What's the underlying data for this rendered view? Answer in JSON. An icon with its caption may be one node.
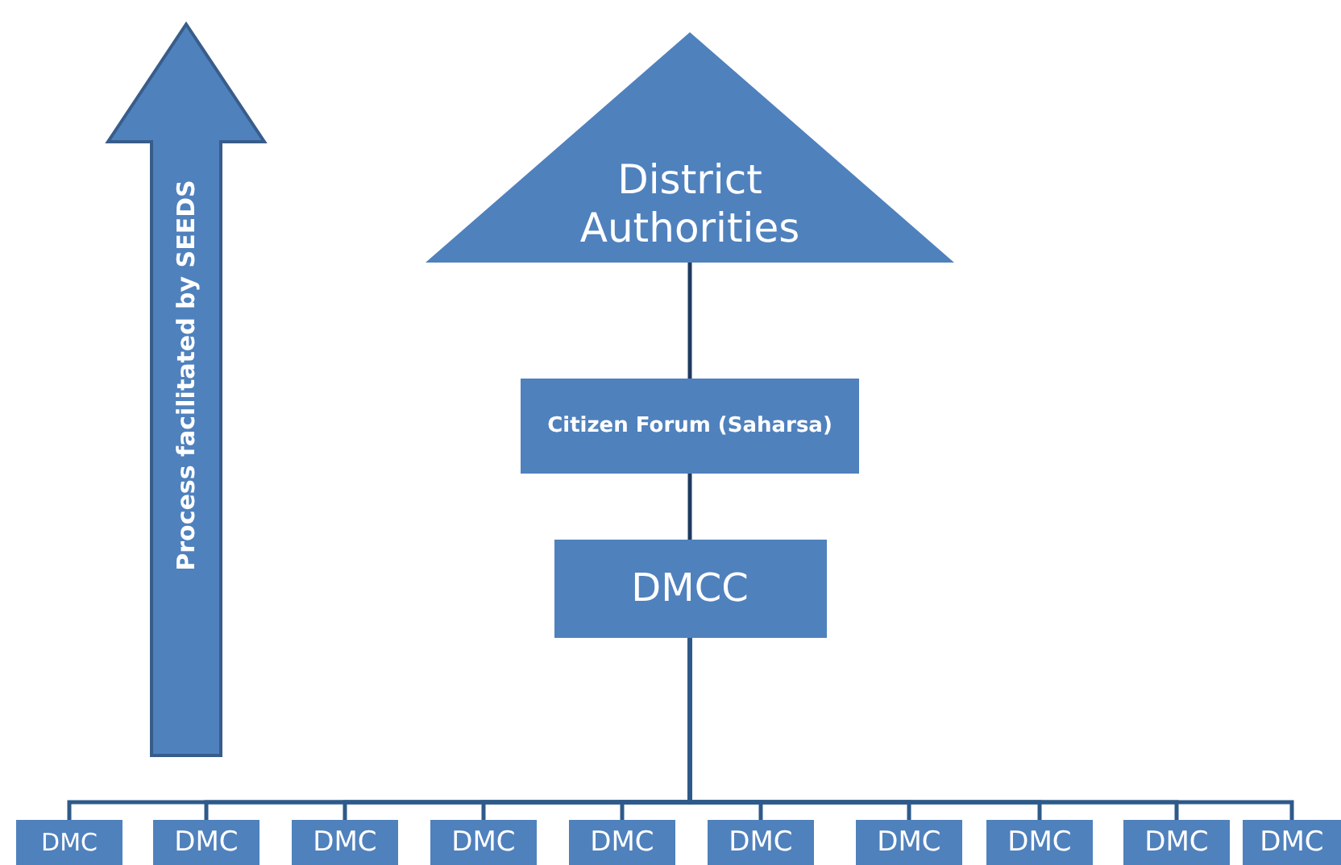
{
  "diagram": {
    "nodes": [
      {
        "text": [
          "Process  facilitated by SEEDS"
        ]
      },
      {
        "text": [
          "District Authorities"
        ]
      },
      {
        "text": [
          "Citizen Forum (Saharsa)"
        ]
      },
      {
        "text": [
          "DMCC"
        ]
      },
      {
        "text": [
          "DMC"
        ]
      },
      {
        "text": [
          "DMC"
        ]
      },
      {
        "text": [
          "DMC"
        ]
      },
      {
        "text": [
          "DMC"
        ]
      },
      {
        "text": [
          "DMC"
        ]
      },
      {
        "text": [
          "DMC"
        ]
      },
      {
        "text": [
          "DMC"
        ]
      },
      {
        "text": [
          "DMC"
        ]
      },
      {
        "text": [
          "DMC"
        ]
      },
      {
        "text": [
          "DMC"
        ]
      }
    ],
    "edges": [
      {
        "from": 1,
        "to": 2,
        "arrow": "none"
      },
      {
        "from": 2,
        "to": 3,
        "arrow": "none"
      },
      {
        "from": 3,
        "to": 4,
        "arrow": "none"
      },
      {
        "from": 3,
        "to": 5,
        "arrow": "none"
      },
      {
        "from": 3,
        "to": 6,
        "arrow": "none"
      },
      {
        "from": 3,
        "to": 7,
        "arrow": "none"
      },
      {
        "from": 3,
        "to": 8,
        "arrow": "none"
      },
      {
        "from": 3,
        "to": 9,
        "arrow": "none"
      },
      {
        "from": 3,
        "to": 10,
        "arrow": "none"
      },
      {
        "from": 3,
        "to": 11,
        "arrow": "none"
      },
      {
        "from": 3,
        "to": 12,
        "arrow": "none"
      },
      {
        "from": 3,
        "to": 13,
        "arrow": "none"
      }
    ]
  }
}
